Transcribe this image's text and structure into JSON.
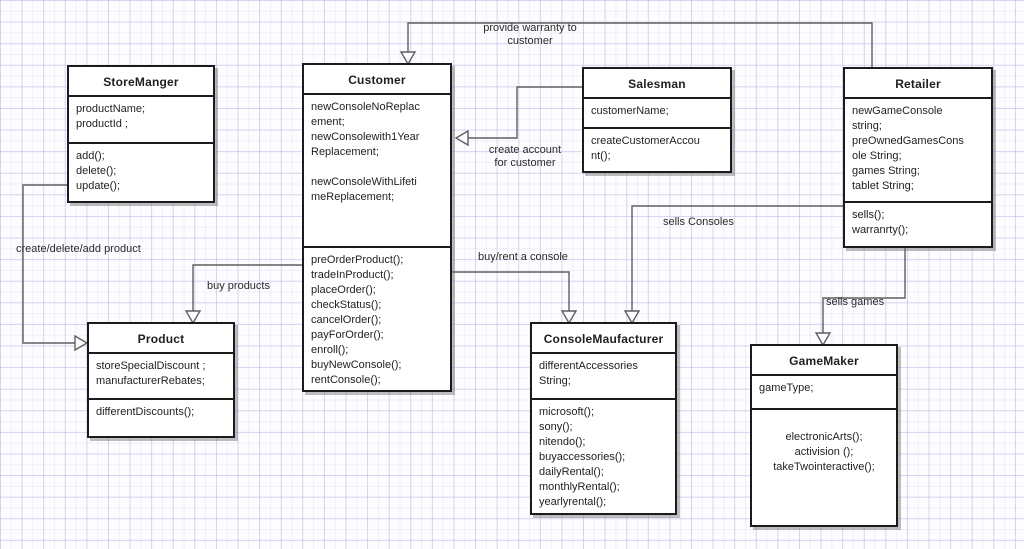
{
  "diagram": {
    "type": "uml-class-diagram",
    "classes": {
      "store_manger": {
        "name": "StoreManger",
        "attribute_lines": [
          "productName;",
          "productId ;"
        ],
        "method_lines": [
          "add();",
          "delete();",
          "update();"
        ]
      },
      "customer": {
        "name": "Customer",
        "attribute_lines": [
          "newConsoleNoReplac",
          "ement;",
          "newConsolewith1Year",
          "Replacement;",
          "",
          "newConsoleWithLifeti",
          "meReplacement;"
        ],
        "method_lines": [
          "preOrderProduct();",
          "tradeInProduct();",
          "placeOrder();",
          "checkStatus();",
          "cancelOrder();",
          "payForOrder();",
          "enroll();",
          "buyNewConsole();",
          "rentConsole();"
        ]
      },
      "salesman": {
        "name": "Salesman",
        "attribute_lines": [
          "customerName;"
        ],
        "method_lines": [
          "createCustomerAccou",
          "nt();"
        ]
      },
      "retailer": {
        "name": "Retailer",
        "attribute_lines": [
          "newGameConsole",
          "string;",
          "preOwnedGamesCons",
          "ole String;",
          "games String;",
          "tablet String;"
        ],
        "method_lines": [
          "sells();",
          "warranrty();"
        ]
      },
      "product": {
        "name": "Product",
        "attribute_lines": [
          "storeSpecialDiscount ;",
          "manufacturerRebates;"
        ],
        "method_lines": [
          "differentDiscounts();"
        ]
      },
      "console_maufacturer": {
        "name": "ConsoleMaufacturer",
        "attribute_lines": [
          "differentAccessories",
          "String;"
        ],
        "method_lines": [
          "microsoft();",
          "sony();",
          "nitendo();",
          "buyaccessories();",
          "dailyRental();",
          "monthlyRental();",
          "yearlyrental();"
        ]
      },
      "game_maker": {
        "name": "GameMaker",
        "attribute_lines": [
          "gameType;"
        ],
        "method_lines": [
          "electronicArts();",
          "activision ();",
          "takeTwointeractive();"
        ]
      }
    },
    "connector_labels": {
      "provide_warranty": [
        "provide warranty to",
        "customer"
      ],
      "create_account": [
        "create account",
        "for customer"
      ],
      "create_delete_add": [
        "create/delete/add product"
      ],
      "buy_products": [
        "buy products"
      ],
      "buy_rent_console": [
        "buy/rent a console"
      ],
      "sells_consoles": [
        "sells Consoles"
      ],
      "sells_games": [
        "sells games"
      ]
    },
    "colors": {
      "box_border": "#1b1b1b",
      "box_fill": "#ffffff",
      "connector": "#5f5f5f",
      "grid": "#d9d4f0",
      "text": "#1f1f1f"
    }
  }
}
